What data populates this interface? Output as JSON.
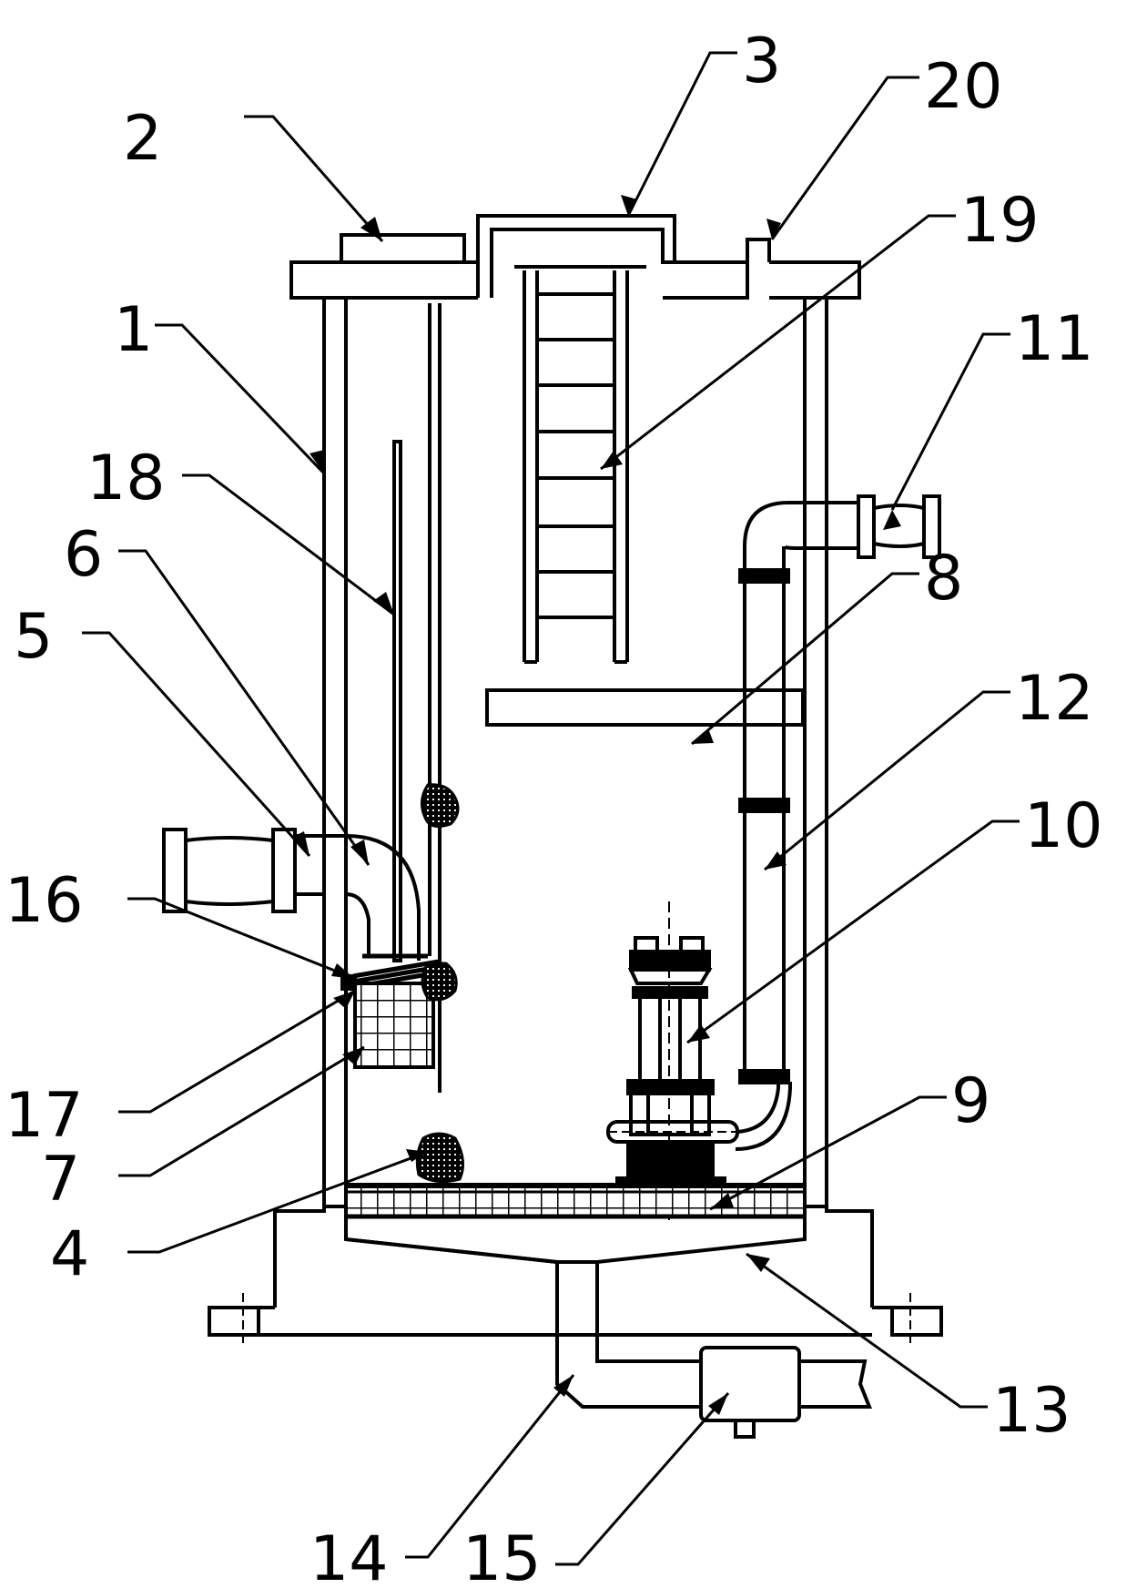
{
  "figure": {
    "labels": {
      "l1": "1",
      "l2": "2",
      "l3": "3",
      "l4": "4",
      "l5": "5",
      "l6": "6",
      "l7": "7",
      "l8": "8",
      "l9": "9",
      "l10": "10",
      "l11": "11",
      "l12": "12",
      "l13": "13",
      "l14": "14",
      "l15": "15",
      "l16": "16",
      "l17": "17",
      "l18": "18",
      "l19": "19",
      "l20": "20"
    },
    "colors": {
      "line": "#000000",
      "background": "#ffffff"
    }
  }
}
